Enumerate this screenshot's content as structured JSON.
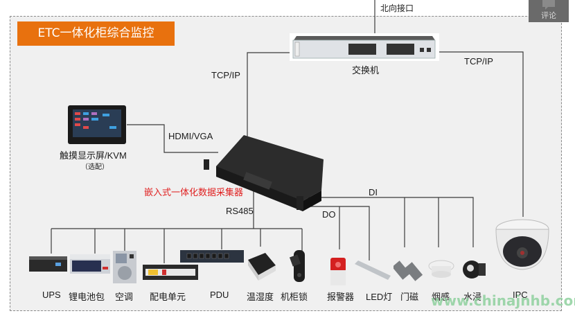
{
  "title": "ETC一体化柜综合监控",
  "top_label": "北向接口",
  "comment_button": "评论",
  "watermark": "www.chinajnhb.com",
  "links": {
    "switch_to_collector": "TCP/IP",
    "switch_to_ipc": "TCP/IP",
    "display_to_collector": "HDMI/VGA",
    "collector_bus": "RS485",
    "collector_do": "DO",
    "collector_di": "DI"
  },
  "nodes": {
    "switch": "交换机",
    "display": "触摸显示屏/KVM",
    "display_note": "（选配）",
    "collector": "嵌入式一体化数据采集器",
    "ipc": "IPC"
  },
  "rs485_devices": [
    "UPS",
    "锂电池包",
    "空调",
    "配电单元",
    "PDU",
    "温湿度",
    "机柜锁"
  ],
  "do_devices": [
    "报警器",
    "LED灯"
  ],
  "di_devices": [
    "门磁",
    "烟感",
    "水浸"
  ],
  "colors": {
    "title_bg": "#e8710e",
    "collector_label": "#e02020",
    "frame_bg": "#f0f0f0"
  }
}
